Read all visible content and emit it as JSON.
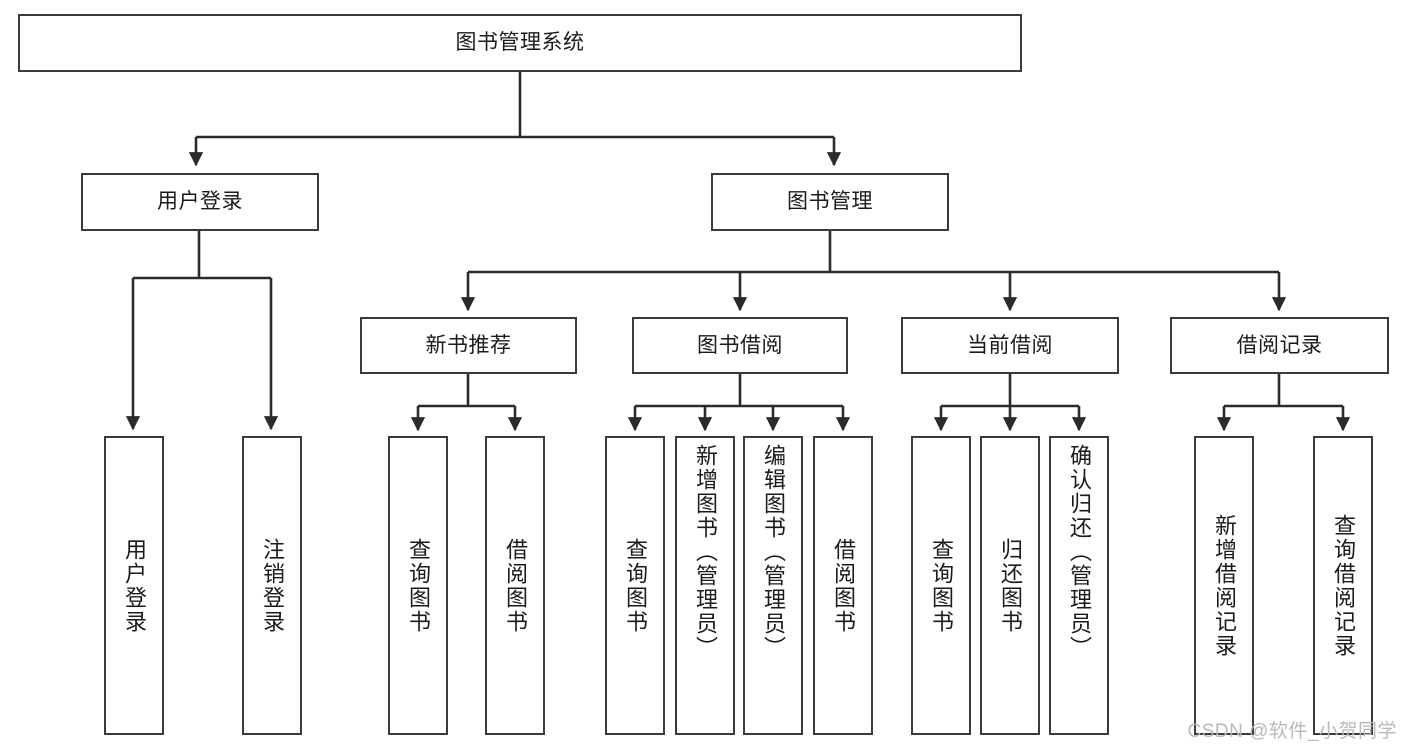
{
  "diagram": {
    "title": "图书管理系统",
    "type": "hierarchy-tree",
    "orientation": "top-down",
    "colors": {
      "box_border": "#3a3a3a",
      "box_fill": "#ffffff",
      "link": "#2b2b2b",
      "text": "#1b1b1b",
      "watermark": "#b9b9b9",
      "background": "#ffffff"
    },
    "root": {
      "id": "root",
      "label": "图书管理系统"
    },
    "level2": [
      {
        "id": "user-login",
        "label": "用户登录"
      },
      {
        "id": "book-manage",
        "label": "图书管理"
      }
    ],
    "level3": [
      {
        "id": "new-book-rec",
        "label": "新书推荐"
      },
      {
        "id": "book-borrow",
        "label": "图书借阅"
      },
      {
        "id": "current-borrow",
        "label": "当前借阅"
      },
      {
        "id": "borrow-record",
        "label": "借阅记录"
      }
    ],
    "leaves": {
      "user_login": [
        {
          "id": "leaf-user-login",
          "label": "用户登录"
        },
        {
          "id": "leaf-logout",
          "label": "注销登录"
        }
      ],
      "new_book_rec": [
        {
          "id": "leaf-query-book-1",
          "label": "查询图书"
        },
        {
          "id": "leaf-borrow-book-1",
          "label": "借阅图书"
        }
      ],
      "book_borrow": [
        {
          "id": "leaf-query-book-2",
          "label": "查询图书"
        },
        {
          "id": "leaf-add-book",
          "label": "新增图书（管理员）"
        },
        {
          "id": "leaf-edit-book",
          "label": "编辑图书（管理员）"
        },
        {
          "id": "leaf-borrow-book-2",
          "label": "借阅图书"
        }
      ],
      "current_borrow": [
        {
          "id": "leaf-query-book-3",
          "label": "查询图书"
        },
        {
          "id": "leaf-return-book",
          "label": "归还图书"
        },
        {
          "id": "leaf-confirm-return",
          "label": "确认归还（管理员）"
        }
      ],
      "borrow_record": [
        {
          "id": "leaf-add-record",
          "label": "新增借阅记录"
        },
        {
          "id": "leaf-query-record",
          "label": "查询借阅记录"
        }
      ]
    }
  },
  "watermark": "CSDN @软件_小贺同学"
}
